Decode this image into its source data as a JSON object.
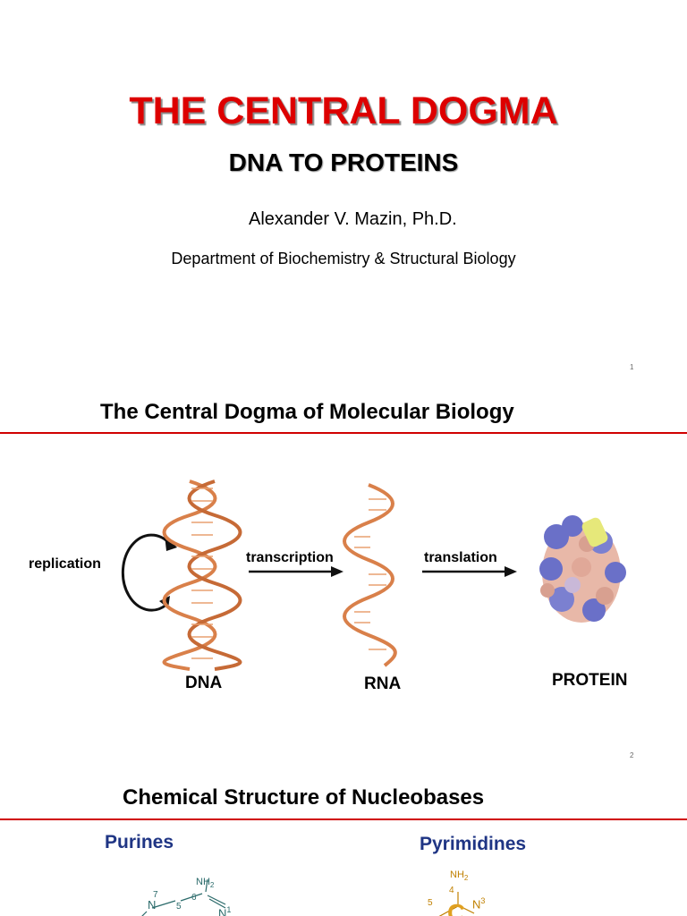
{
  "slide1": {
    "title": "THE CENTRAL DOGMA",
    "subtitle": "DNA TO PROTEINS",
    "author": "Alexander V. Mazin, Ph.D.",
    "department": "Department of Biochemistry & Structural Biology",
    "page": "1"
  },
  "slide2": {
    "title": "The Central Dogma of Molecular Biology",
    "labels": {
      "replication": "replication",
      "transcription": "transcription",
      "translation": "translation",
      "dna": "DNA",
      "rna": "RNA",
      "protein": "PROTEIN"
    },
    "page": "2",
    "colors": {
      "rule": "#d00000",
      "helix": "#d9804a",
      "protein_blue": "#6a70c8",
      "protein_pink": "#e8b8a8"
    }
  },
  "slide3": {
    "title": "Chemical Structure of Nucleobases",
    "purines": "Purines",
    "pyrimidines": "Pyrimidines",
    "purine_atoms": {
      "nh2": "NH",
      "nh2_sub": "2",
      "n7": "7",
      "n_left": "N",
      "c5": "5",
      "c6": "6",
      "n1": "N",
      "n1_num": "1"
    },
    "pyrimidine_atoms": {
      "nh2": "NH",
      "nh2_sub": "2",
      "c4": "4",
      "c5": "5",
      "n3": "N",
      "n3_num": "3",
      "big_c": "C"
    }
  }
}
